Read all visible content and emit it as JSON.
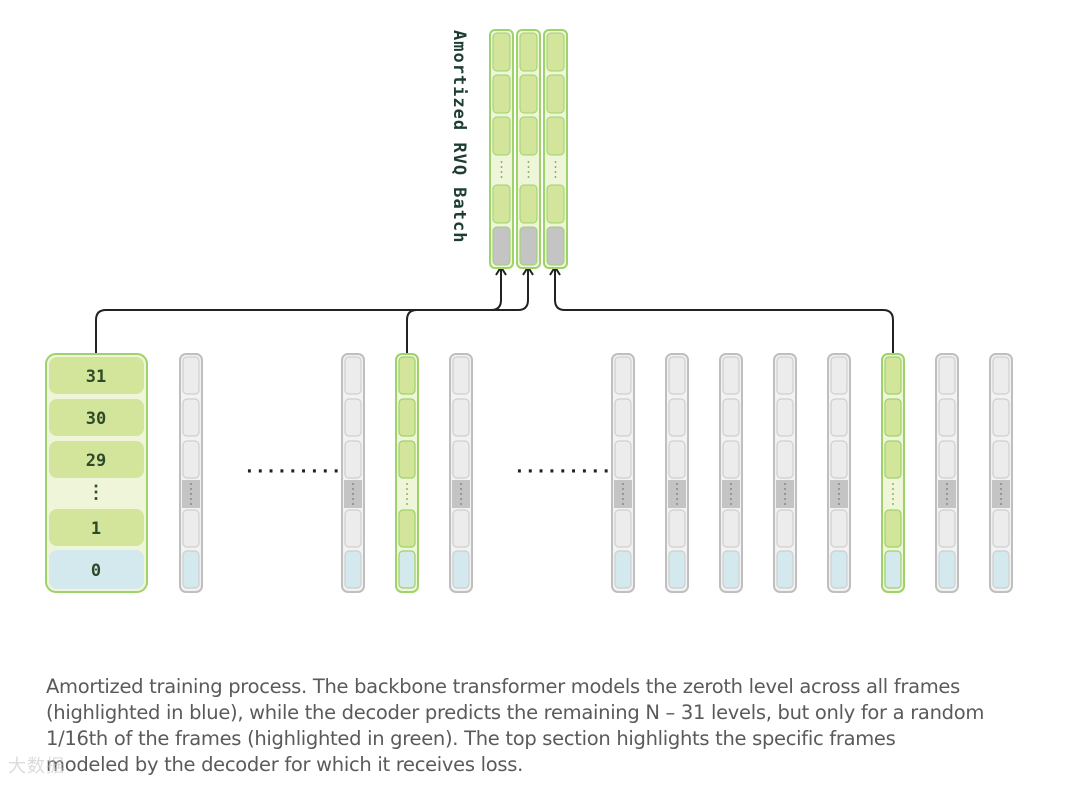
{
  "batch_label": "Amortized RVQ Batch",
  "level_labels": [
    "31",
    "30",
    "29",
    "⋮",
    "1",
    "0"
  ],
  "ellipsis": "·········",
  "colors": {
    "green_fill": "#d3e59a",
    "green_light": "#eef5d8",
    "green_stroke": "#9ed26a",
    "blue_fill": "#d3e9ee",
    "gray_fill": "#ececec",
    "gray_dark": "#c4c4c4",
    "gray_stroke": "#bfbfbf",
    "arrow": "#222222",
    "label_text": "#1d3c34"
  },
  "caption_lines": [
    "Amortized training process. The backbone transformer models the zeroth level across all frames",
    "(highlighted in blue), while the decoder predicts the remaining N – 31 levels, but only for a random",
    "1/16th of the frames (highlighted in green). The top section highlights the specific frames",
    "modeled by the decoder for which it receives loss."
  ],
  "watermark": "大数据"
}
